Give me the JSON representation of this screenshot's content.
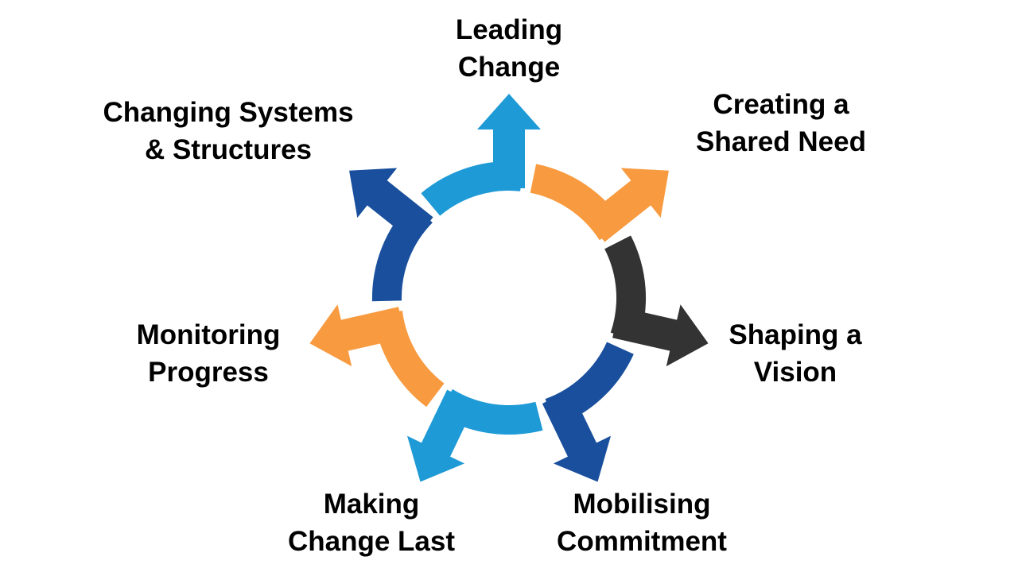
{
  "canvas": {
    "background": "#FFFFFF"
  },
  "diagram": {
    "type": "circular-process-wheel",
    "direction": "clockwise",
    "colors": {
      "light_blue": "#1E9AD6",
      "orange": "#F89B40",
      "charcoal": "#333333",
      "dark_blue": "#194F9C",
      "text": "#000000"
    },
    "segments": [
      {
        "id": "leading-change",
        "lines": [
          "Leading",
          "Change"
        ],
        "color": "#1E9AD6",
        "angle_deg": 0
      },
      {
        "id": "creating-a-shared-need",
        "lines": [
          "Creating a",
          "Shared Need"
        ],
        "color": "#F89B40",
        "angle_deg": 51.43
      },
      {
        "id": "shaping-a-vision",
        "lines": [
          "Shaping a",
          "Vision"
        ],
        "color": "#333333",
        "angle_deg": 102.86
      },
      {
        "id": "mobilising-commitment",
        "lines": [
          "Mobilising",
          "Commitment"
        ],
        "color": "#194F9C",
        "angle_deg": 154.29
      },
      {
        "id": "making-change-last",
        "lines": [
          "Making",
          "Change Last"
        ],
        "color": "#1E9AD6",
        "angle_deg": 205.71
      },
      {
        "id": "monitoring-progress",
        "lines": [
          "Monitoring",
          "Progress"
        ],
        "color": "#F89B40",
        "angle_deg": 257.14
      },
      {
        "id": "changing-systems-structures",
        "lines": [
          "Changing Systems",
          "& Structures"
        ],
        "color": "#194F9C",
        "angle_deg": 308.57
      }
    ]
  }
}
